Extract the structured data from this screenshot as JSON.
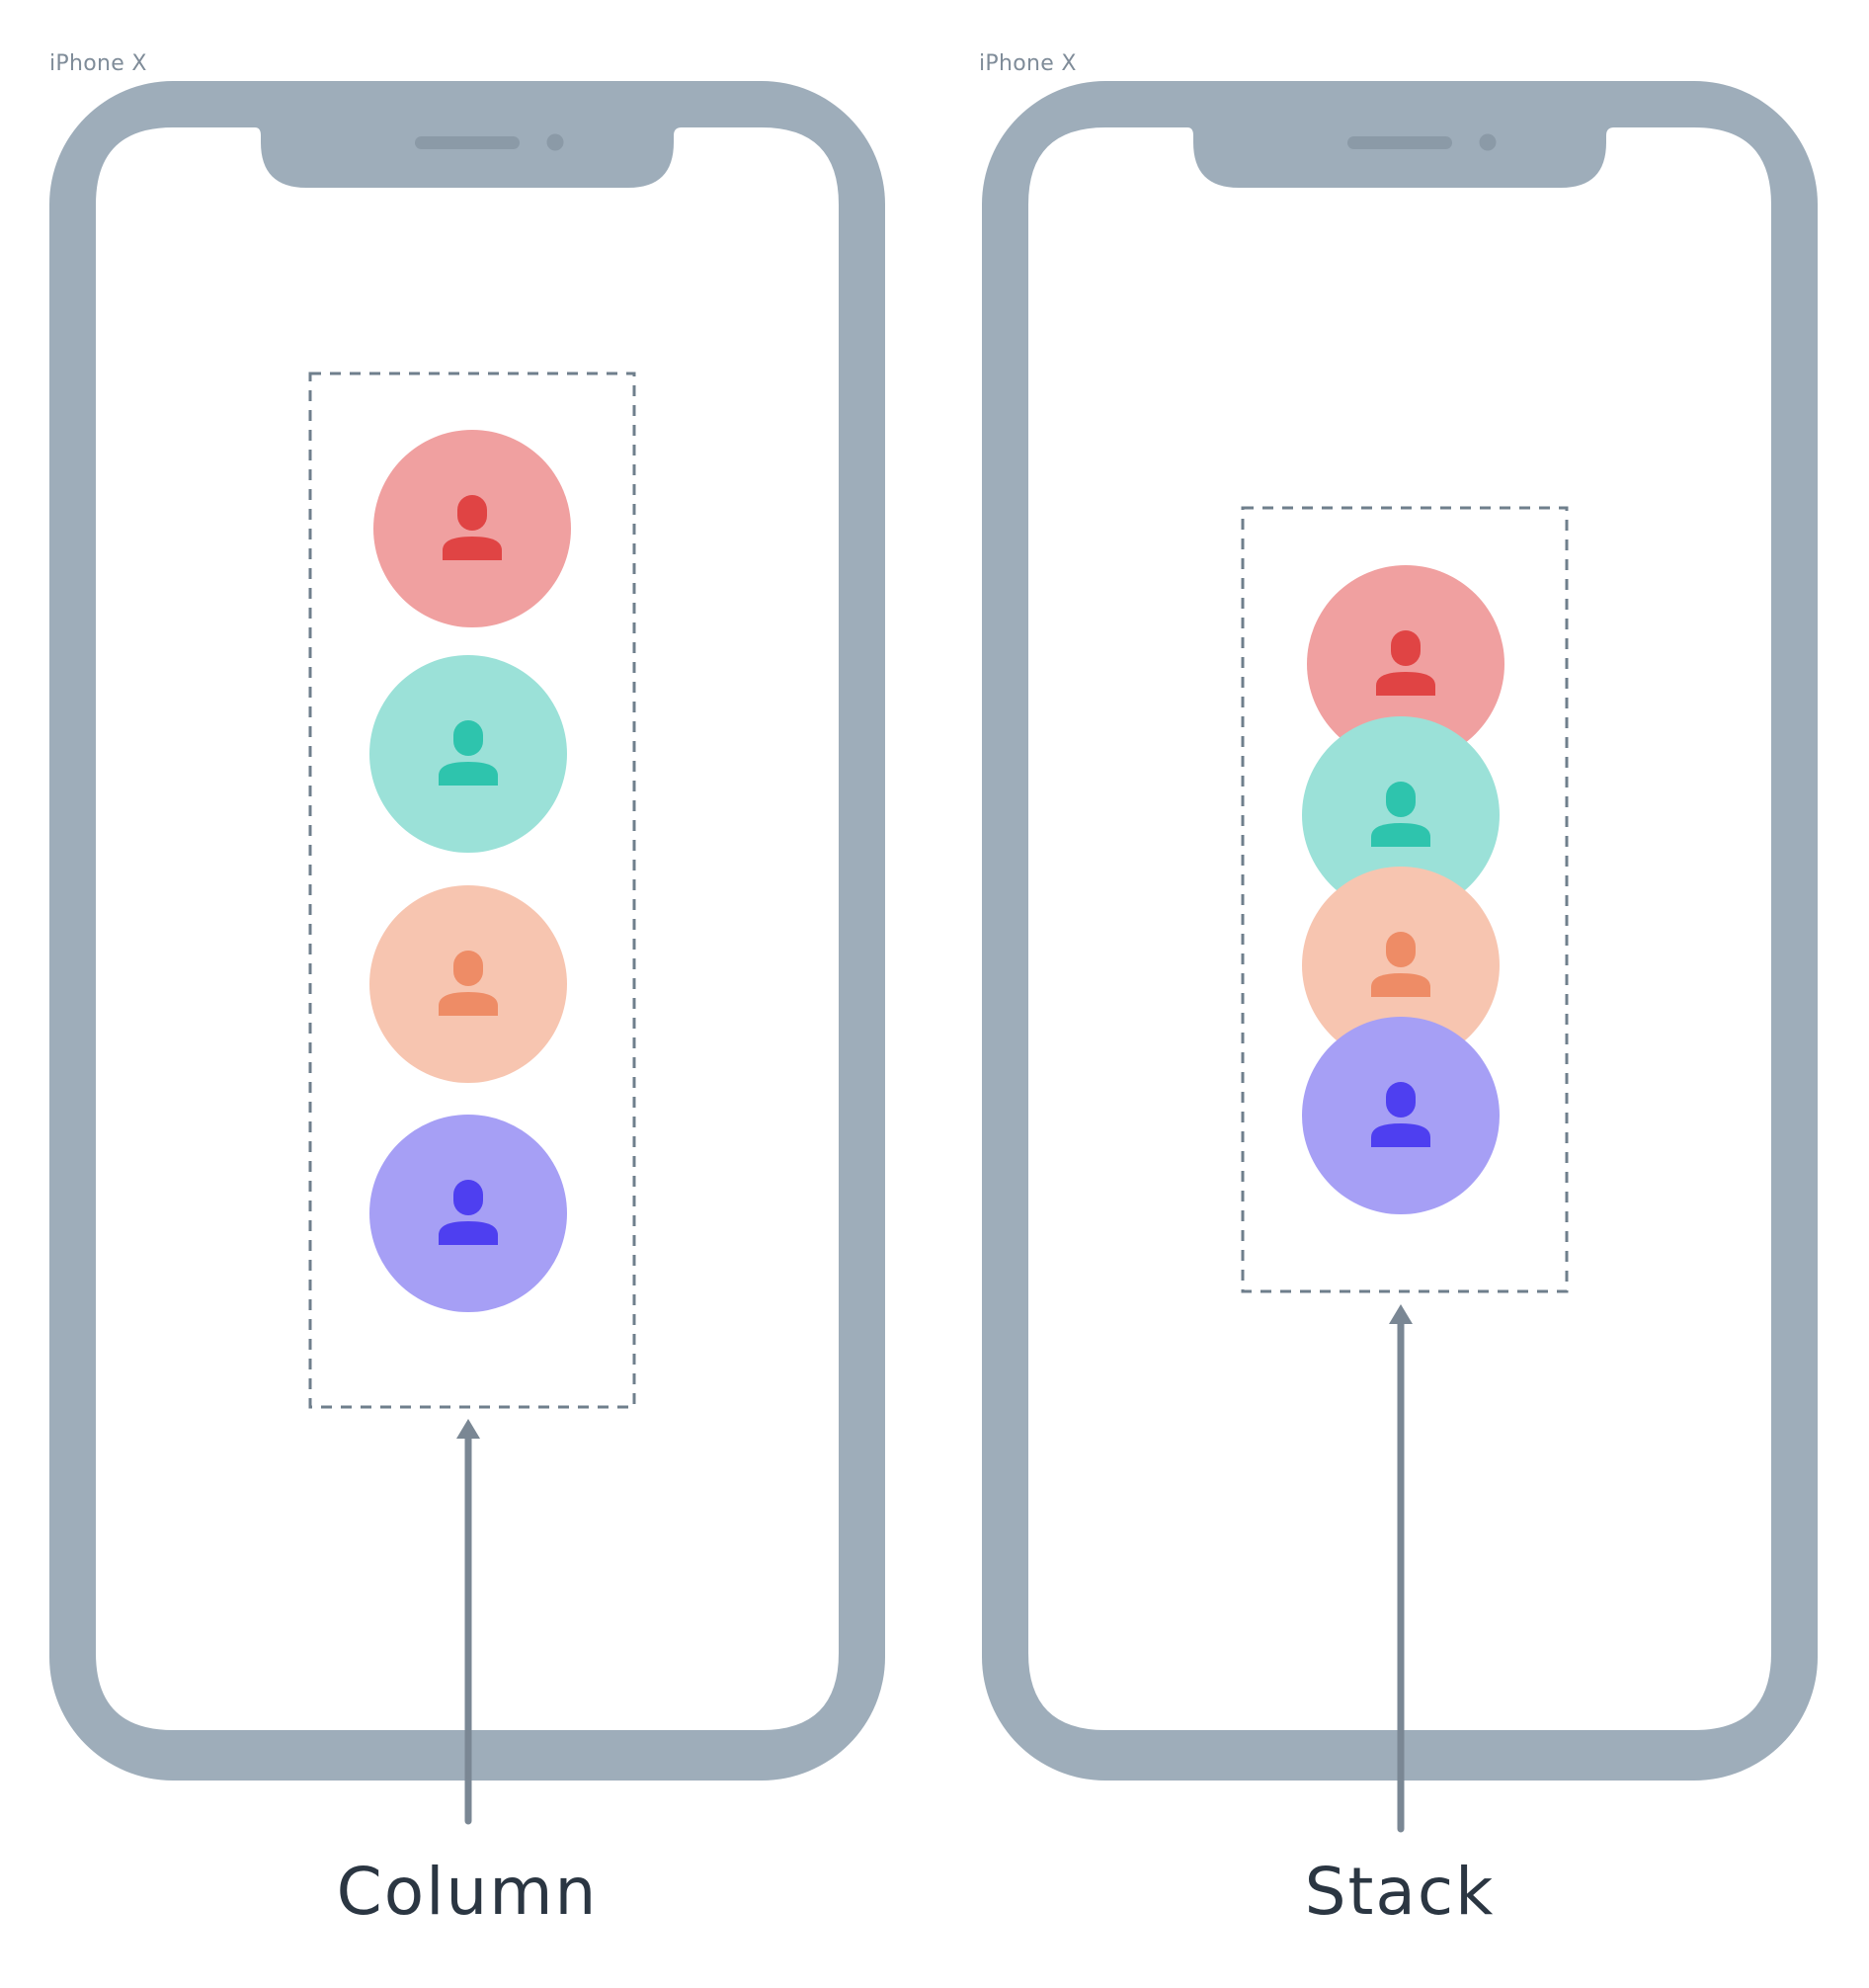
{
  "frames": [
    {
      "device_label": "iPhone X",
      "layout": "column",
      "caption": "Column",
      "avatars": [
        {
          "name": "red",
          "bg": "#f0a0a0",
          "fg": "#e04444"
        },
        {
          "name": "teal",
          "bg": "#9be1d8",
          "fg": "#2ec4ad"
        },
        {
          "name": "peach",
          "bg": "#f7c5b0",
          "fg": "#ee8c66"
        },
        {
          "name": "purple",
          "bg": "#a69ff5",
          "fg": "#4e3ff0"
        }
      ]
    },
    {
      "device_label": "iPhone X",
      "layout": "stack",
      "caption": "Stack",
      "avatars": [
        {
          "name": "red",
          "bg": "#f0a0a0",
          "fg": "#e04444"
        },
        {
          "name": "teal",
          "bg": "#9be1d8",
          "fg": "#2ec4ad"
        },
        {
          "name": "peach",
          "bg": "#f7c5b0",
          "fg": "#ee8c66"
        },
        {
          "name": "purple",
          "bg": "#a69ff5",
          "fg": "#4e3ff0"
        }
      ]
    }
  ],
  "colors": {
    "phone_body": "#9eadba",
    "notch_detail": "#8b9aa7",
    "dashed_border": "#6f7f8c",
    "arrow": "#7a8794"
  }
}
